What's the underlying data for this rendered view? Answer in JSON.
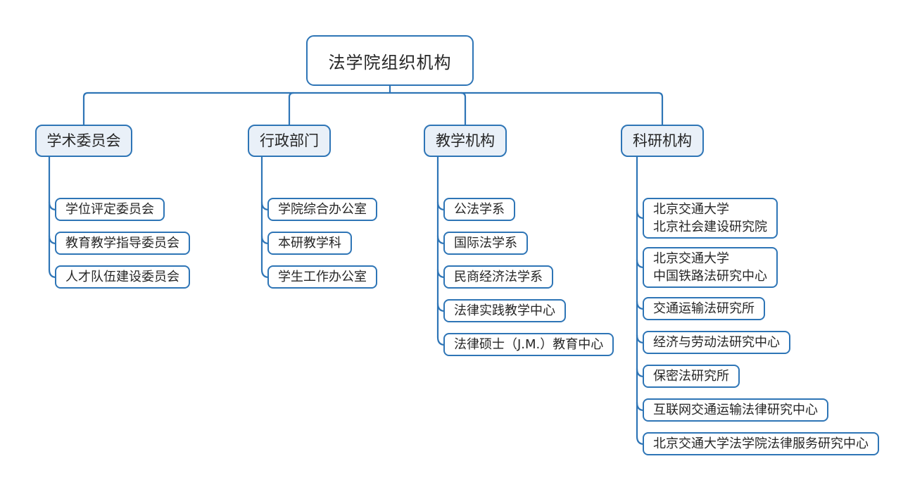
{
  "title": "法学院组织机构",
  "colors": {
    "line": "#2e75b6",
    "branch_fill": "#e9f0f8",
    "node_fill": "#ffffff",
    "text": "#262626",
    "background": "#ffffff"
  },
  "branches": [
    {
      "label": "学术委员会",
      "children": [
        "学位评定委员会",
        "教育教学指导委员会",
        "人才队伍建设委员会"
      ]
    },
    {
      "label": "行政部门",
      "children": [
        "学院综合办公室",
        "本研教学科",
        "学生工作办公室"
      ]
    },
    {
      "label": "教学机构",
      "children": [
        "公法学系",
        "国际法学系",
        "民商经济法学系",
        "法律实践教学中心",
        "法律硕士（J.M.）教育中心"
      ]
    },
    {
      "label": "科研机构",
      "children": [
        "北京交通大学\n北京社会建设研究院",
        "北京交通大学\n中国铁路法研究中心",
        "交通运输法研究所",
        "经济与劳动法研究中心",
        "保密法研究所",
        "互联网交通运输法律研究中心",
        "北京交通大学法学院法律服务研究中心"
      ]
    }
  ]
}
